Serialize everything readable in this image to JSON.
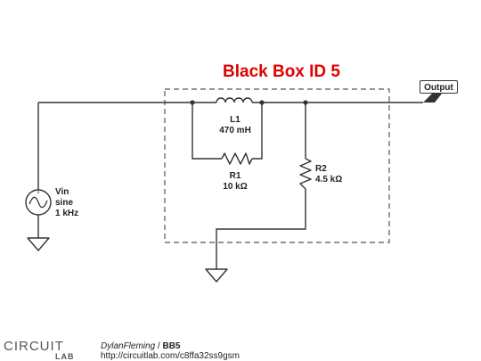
{
  "title": {
    "text": "Black Box ID 5",
    "color": "#e00000"
  },
  "output_label": "Output",
  "components": {
    "L1": {
      "name": "L1",
      "value": "470 mH"
    },
    "R1": {
      "name": "R1",
      "value": "10 kΩ"
    },
    "R2": {
      "name": "R2",
      "value": "4.5 kΩ"
    },
    "Vin": {
      "name": "Vin",
      "type": "sine",
      "freq": "1 kHz"
    }
  },
  "footer": {
    "logo_top": "CIRCUIT",
    "logo_bottom": "LAB",
    "author": "DylanFleming",
    "separator": " / ",
    "project": "BB5",
    "url": "http://circuitlab.com/c8ffa32ss9gsm"
  },
  "colors": {
    "wire": "#333333",
    "box": "#555555",
    "title": "#e00000"
  }
}
